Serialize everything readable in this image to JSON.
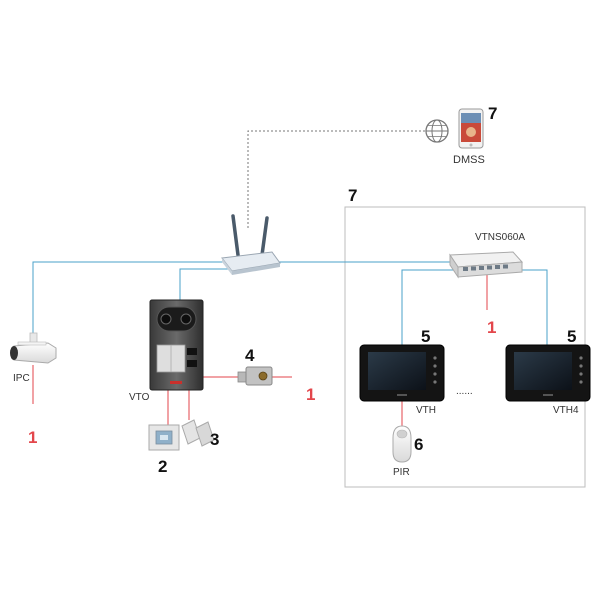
{
  "colors": {
    "network_line": "#4aa0c8",
    "power_line": "#e3464b",
    "internet_line": "#777777",
    "zone_border": "#bdbdbd"
  },
  "devices": {
    "dmss": {
      "label": "DMSS",
      "number": "7",
      "icon": "smartphone-icon"
    },
    "globe": {
      "icon": "globe-icon"
    },
    "router": {
      "icon": "router-icon"
    },
    "ipc": {
      "label": "IPC",
      "icon": "bullet-camera-icon",
      "power_number": "1"
    },
    "vto": {
      "label": "VTO",
      "icon": "door-station-icon"
    },
    "exit_button": {
      "number": "2",
      "icon": "exit-button-icon"
    },
    "door_sensor": {
      "number": "3",
      "icon": "door-sensor-icon"
    },
    "lock": {
      "number": "4",
      "icon": "electric-lock-icon",
      "power_number": "1"
    },
    "switch": {
      "label": "VTNS060A",
      "icon": "network-switch-icon",
      "power_number": "1"
    },
    "vth": {
      "label": "VTH",
      "number": "5",
      "icon": "indoor-monitor-icon"
    },
    "vth4": {
      "label": "VTH4",
      "number": "5",
      "icon": "indoor-monitor-icon"
    },
    "pir": {
      "label": "PIR",
      "number": "6",
      "icon": "pir-sensor-icon"
    },
    "ellipsis": "......",
    "zone": {
      "number": "7"
    }
  }
}
